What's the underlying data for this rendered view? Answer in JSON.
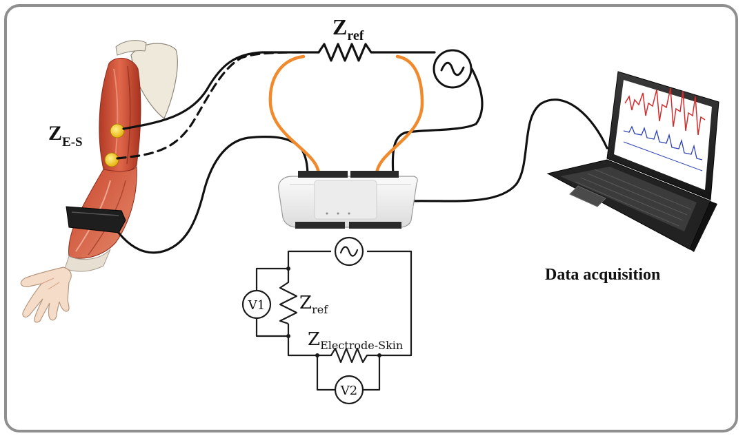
{
  "diagram": {
    "labels": {
      "z_es_main": "Z",
      "z_es_sub": "E-S",
      "z_ref_main": "Z",
      "z_ref_sub": "ref",
      "data_acquisition": "Data acquisition",
      "circuit_z_ref_main": "Z",
      "circuit_z_ref_sub": "ref",
      "circuit_z_es_main": "Z",
      "circuit_z_es_sub": "Electrode-Skin",
      "voltmeter_1": "V1",
      "voltmeter_2": "V2",
      "ac_source_symbol": "~"
    },
    "colors": {
      "frame": "#8f8f8f",
      "wire": "#111111",
      "ribbon_cable": "#f08a2c",
      "electrode": "#f3c61b",
      "muscle": "#d8563a",
      "signal_red": "#d62a2a",
      "signal_blue": "#2b3fb3",
      "daq_body": "#f1f1f1"
    }
  }
}
